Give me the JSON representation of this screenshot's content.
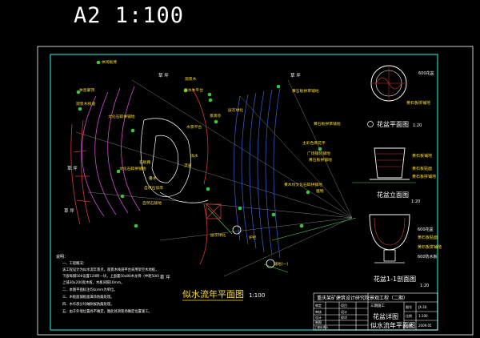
{
  "sheet_title": "A2  1:100",
  "plan": {
    "labels_white": [
      "草 坪",
      "草 坪",
      "草 坪",
      "草 坪",
      "草 坪"
    ],
    "labels_yellow": [
      "休闲板凳",
      "休息廊顶",
      "观景木栈道",
      "观景木",
      "滨水木平台",
      "文化石碎拼铺地",
      "文化石碎拼铺地",
      "石板路",
      "自然石驳岸",
      "自然石铺地",
      "叠水",
      "流泉",
      "浅水",
      "水景平台",
      "景观亭",
      "层次绿化",
      "层次绿化",
      "黄石板拼草铺地",
      "黄石板拼草铺地",
      "主彩色商花平",
      "广场铺装铺地",
      "黄石板拼铺地",
      "黄木纹文化石碎拼铺地",
      "植物",
      "护栏",
      "铺地(一)"
    ],
    "title": "似水流年平面图",
    "scale": "1:100"
  },
  "details": {
    "pot_plan_title": "花盆平面图",
    "pot_plan_scale": "1:20",
    "pot_elev_title": "花盆立面图",
    "pot_elev_scale": "1:20",
    "pot_section_title": "花盆1-1剖面图",
    "pot_section_scale": "1:20",
    "pot_plan_labels": [
      "600花盆",
      "黄石板拼铺地"
    ],
    "pot_elev_labels": [
      "黄石板铺地",
      "黄石板贴面",
      "黄石板拼铺地"
    ],
    "pot_section_labels": [
      "600花盆",
      "黄石板贴面",
      "黄石板拼铺地",
      "600防水板"
    ]
  },
  "notes": {
    "heading": "说明：",
    "lines": [
      "一、工程概况：",
      "该工程设计为似水流年景点，观景木栈道平台采用架空木地板，",
      "下面每隔500设置120砖一块，上面置50x80木龙骨（中距500），",
      "上铺30x200宽木板，木板间隔10mm。",
      "二、本图平面标注均以mm为单位。",
      "三、木板面铺板面满涂防腐处理。",
      "四、木作部分均做耐候防腐处理。",
      "五、由于外墙位置尚不确定，图此处须现场确定位置施工。"
    ]
  },
  "title_block": {
    "project": "重庆某矿建筑设计研究院景观工程（二期）",
    "drawing_title_1": "花盆详图",
    "drawing_title_2": "似水流年平面图",
    "stage": "三期施工",
    "rows_left": [
      "审定",
      "审核",
      "设计",
      "制图",
      "工程负责人"
    ],
    "rows_mid": [
      "项目",
      "设计",
      "校对"
    ],
    "rows_right": [
      "图号",
      "比例",
      "日期"
    ],
    "values_right": [
      "JX-30",
      "1:100",
      "2009.05"
    ]
  },
  "colors": {
    "background": "#000000",
    "frame": "#ffffff",
    "border_cyan": "#19d3c6",
    "label_yellow": "#ffdf2e",
    "geometry_blue": "#3a63d6",
    "geometry_red": "#d23a3a",
    "geometry_magenta": "#d44ad4",
    "geometry_green": "#3fc23f",
    "dimension_green": "#4ed04e"
  }
}
